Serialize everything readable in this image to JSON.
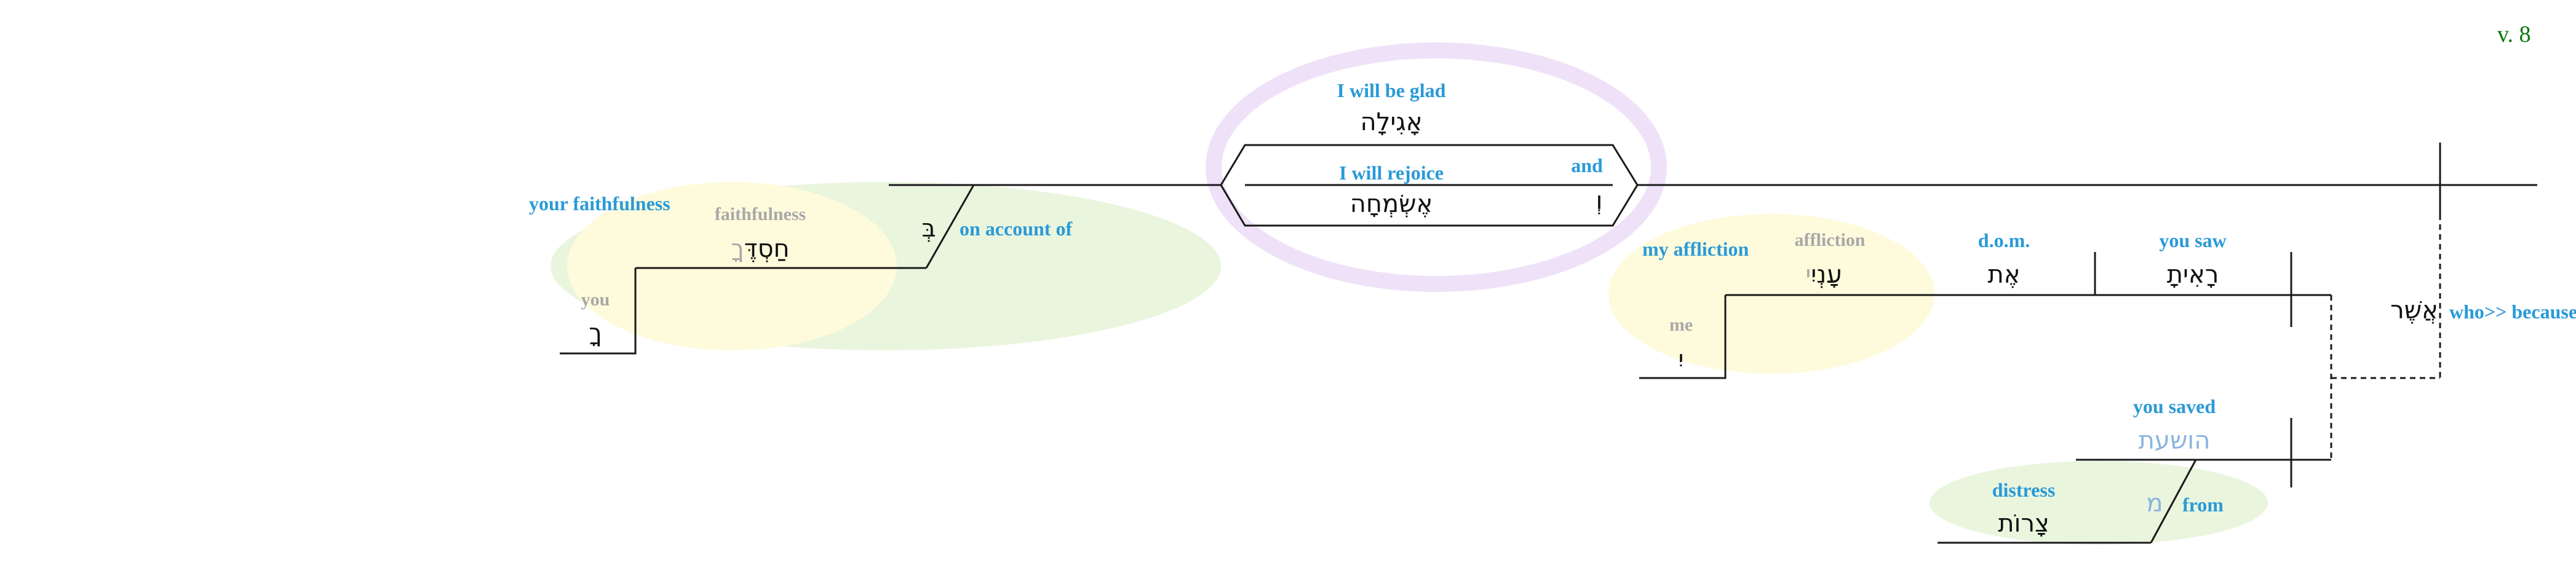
{
  "verse": "v. 8",
  "colors": {
    "verse": "#0a7a0a",
    "english": "#2a9ad8",
    "english_gray": "#a8a8a8",
    "hebrew": "#111111",
    "hebrew_light": "#8ab4e0",
    "line": "#1a1a1a",
    "green_blob": "#eaf5de",
    "yellow_blob": "#fefbdc",
    "purple_ring": "#efe2f8"
  },
  "words": {
    "glad": {
      "heb": "אָגִילָה",
      "eng": "I will be glad"
    },
    "rejoice": {
      "heb": "אֶשְׂמְחָה",
      "eng": "I will rejoice"
    },
    "and": {
      "heb": "וְ",
      "eng": "and"
    },
    "on_account": {
      "heb": "בְּ",
      "eng": "on account of"
    },
    "faithfulness": {
      "heb": "חַסְדֶּ",
      "suffix": "ךָ",
      "eng": "faithfulness",
      "eng_full": "your faithfulness"
    },
    "you_suffix": {
      "heb": "ךָ",
      "eng": "you"
    },
    "who": {
      "heb": "אֲשֶׁר",
      "eng": "who>> because"
    },
    "you_saw": {
      "heb": "רָאִיתָ",
      "eng": "you saw"
    },
    "dom": {
      "heb": "אֶת",
      "eng": "d.o.m."
    },
    "affliction": {
      "heb": "עָנְיִ",
      "suffix": "י",
      "eng": "affliction",
      "eng_full": "my affliction"
    },
    "me_suffix": {
      "heb": "יִ",
      "eng": "me"
    },
    "you_saved": {
      "heb": "הושעת",
      "eng": "you saved"
    },
    "from": {
      "heb": "מ",
      "eng": "from"
    },
    "distress": {
      "heb": "צָרוֹת",
      "eng": "distress"
    }
  }
}
